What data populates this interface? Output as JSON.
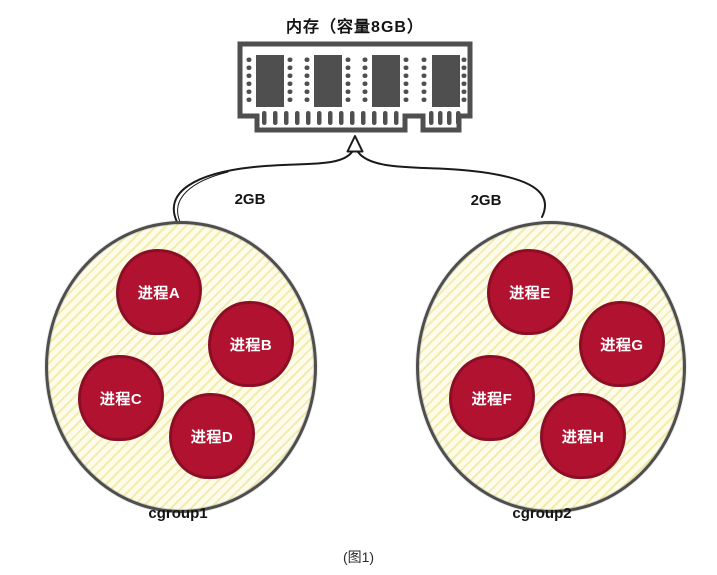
{
  "header": {
    "memory_title": "内存（容量8GB）"
  },
  "links": [
    {
      "label": "2GB"
    },
    {
      "label": "2GB"
    }
  ],
  "groups": [
    {
      "name": "cgroup1",
      "processes": [
        "进程A",
        "进程B",
        "进程C",
        "进程D"
      ]
    },
    {
      "name": "cgroup2",
      "processes": [
        "进程E",
        "进程G",
        "进程F",
        "进程H"
      ]
    }
  ],
  "caption": "(图1)",
  "colors": {
    "process_fill": "#b11230",
    "process_border": "#8c0e26",
    "group_fill": "#fdfbe9",
    "group_hatch": "#f2ecae",
    "group_border": "#4e4e4e",
    "memory_gray": "#4f4f4f",
    "ink": "#1a1a1a"
  }
}
